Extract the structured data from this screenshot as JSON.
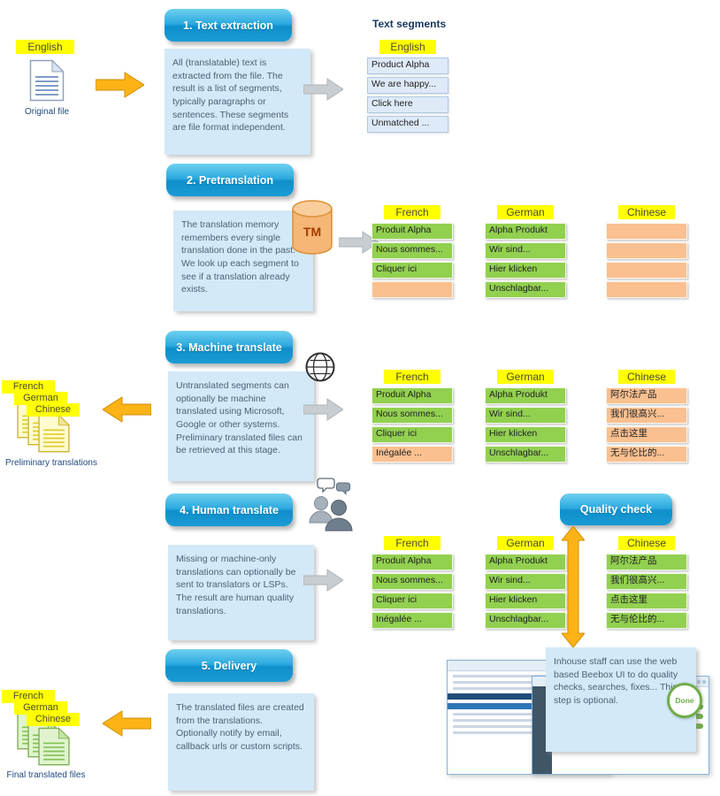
{
  "colors": {
    "accent_blue": "#1E9CD7",
    "highlight_yellow": "#FFFF00",
    "segment_green": "#92D050",
    "segment_orange": "#FAC090",
    "segment_blue": "#DEEAF8",
    "box_blue": "#D3E9F8",
    "arrow_orange": "#FCB316",
    "arrow_gray": "#C8CDD1",
    "caption_blue": "#1F497D",
    "done_green": "#70AD47"
  },
  "step1": {
    "button_label": "1. Text extraction",
    "description": "All (translatable) text is extracted from the file. The result is a list of segments, typically paragraphs or sentences. These segments are file format independent.",
    "source_label": "English",
    "source_caption": "Original file",
    "output_title": "Text segments",
    "output_language": "English",
    "segments": [
      "Product Alpha",
      "We are happy...",
      "Click here",
      "Unmatched ..."
    ]
  },
  "step2": {
    "button_label": "2. Pretranslation",
    "description": "The translation memory remembers every single translation done in the past. We look up each segment to see if a translation already exists.",
    "tm_label": "TM",
    "columns": [
      {
        "language": "French",
        "segments": [
          {
            "text": "Produit Alpha",
            "state": "green"
          },
          {
            "text": "Nous sommes...",
            "state": "green"
          },
          {
            "text": "Cliquer ici",
            "state": "green"
          },
          {
            "text": "",
            "state": "orange"
          }
        ]
      },
      {
        "language": "German",
        "segments": [
          {
            "text": "Alpha Produkt",
            "state": "green"
          },
          {
            "text": "Wir sind...",
            "state": "green"
          },
          {
            "text": "Hier klicken",
            "state": "green"
          },
          {
            "text": "Unschlagbar...",
            "state": "green"
          }
        ]
      },
      {
        "language": "Chinese",
        "segments": [
          {
            "text": "",
            "state": "orange"
          },
          {
            "text": "",
            "state": "orange"
          },
          {
            "text": "",
            "state": "orange"
          },
          {
            "text": "",
            "state": "orange"
          }
        ]
      }
    ]
  },
  "step3": {
    "button_label": "3. Machine translate",
    "description": "Untranslated segments can optionally be machine translated using Microsoft, Google or other systems. Preliminary translated files can be retrieved at this stage.",
    "files_labels": [
      "French",
      "German",
      "Chinese"
    ],
    "files_caption": "Preliminary translations",
    "columns": [
      {
        "language": "French",
        "segments": [
          {
            "text": "Produit Alpha",
            "state": "green"
          },
          {
            "text": "Nous sommes...",
            "state": "green"
          },
          {
            "text": "Cliquer ici",
            "state": "green"
          },
          {
            "text": "Inégalée ...",
            "state": "orange"
          }
        ]
      },
      {
        "language": "German",
        "segments": [
          {
            "text": "Alpha Produkt",
            "state": "green"
          },
          {
            "text": "Wir sind...",
            "state": "green"
          },
          {
            "text": "Hier klicken",
            "state": "green"
          },
          {
            "text": "Unschlagbar...",
            "state": "green"
          }
        ]
      },
      {
        "language": "Chinese",
        "segments": [
          {
            "text": "阿尔法产品",
            "state": "orange"
          },
          {
            "text": "我们很高兴...",
            "state": "orange"
          },
          {
            "text": "点击这里",
            "state": "orange"
          },
          {
            "text": "无与伦比的...",
            "state": "orange"
          }
        ]
      }
    ]
  },
  "step4": {
    "button_label": "4. Human translate",
    "description": "Missing or machine-only translations can optionally be sent to translators or LSPs. The result are human quality translations.",
    "quality_check_label": "Quality check",
    "columns": [
      {
        "language": "French",
        "segments": [
          {
            "text": "Produit Alpha",
            "state": "green"
          },
          {
            "text": "Nous sommes...",
            "state": "green"
          },
          {
            "text": "Cliquer ici",
            "state": "green"
          },
          {
            "text": "Inégalée ...",
            "state": "green"
          }
        ]
      },
      {
        "language": "German",
        "segments": [
          {
            "text": "Alpha Produkt",
            "state": "green"
          },
          {
            "text": "Wir sind...",
            "state": "green"
          },
          {
            "text": "Hier klicken",
            "state": "green"
          },
          {
            "text": "Unschlagbar...",
            "state": "green"
          }
        ]
      },
      {
        "language": "Chinese",
        "segments": [
          {
            "text": "阿尔法产品",
            "state": "green"
          },
          {
            "text": "我们很高兴...",
            "state": "green"
          },
          {
            "text": "点击这里",
            "state": "green"
          },
          {
            "text": "无与伦比的...",
            "state": "green"
          }
        ]
      }
    ]
  },
  "step5": {
    "button_label": "5. Delivery",
    "description": "The translated files are created from the translations. Optionally notify by email, callback urls or custom scripts.",
    "files_labels": [
      "French",
      "German",
      "Chinese"
    ],
    "files_caption": "Final translated files",
    "note": "Inhouse staff can use the web based Beebox UI to do quality checks, searches, fixes... This step is optional.",
    "badge_label": "Done"
  }
}
